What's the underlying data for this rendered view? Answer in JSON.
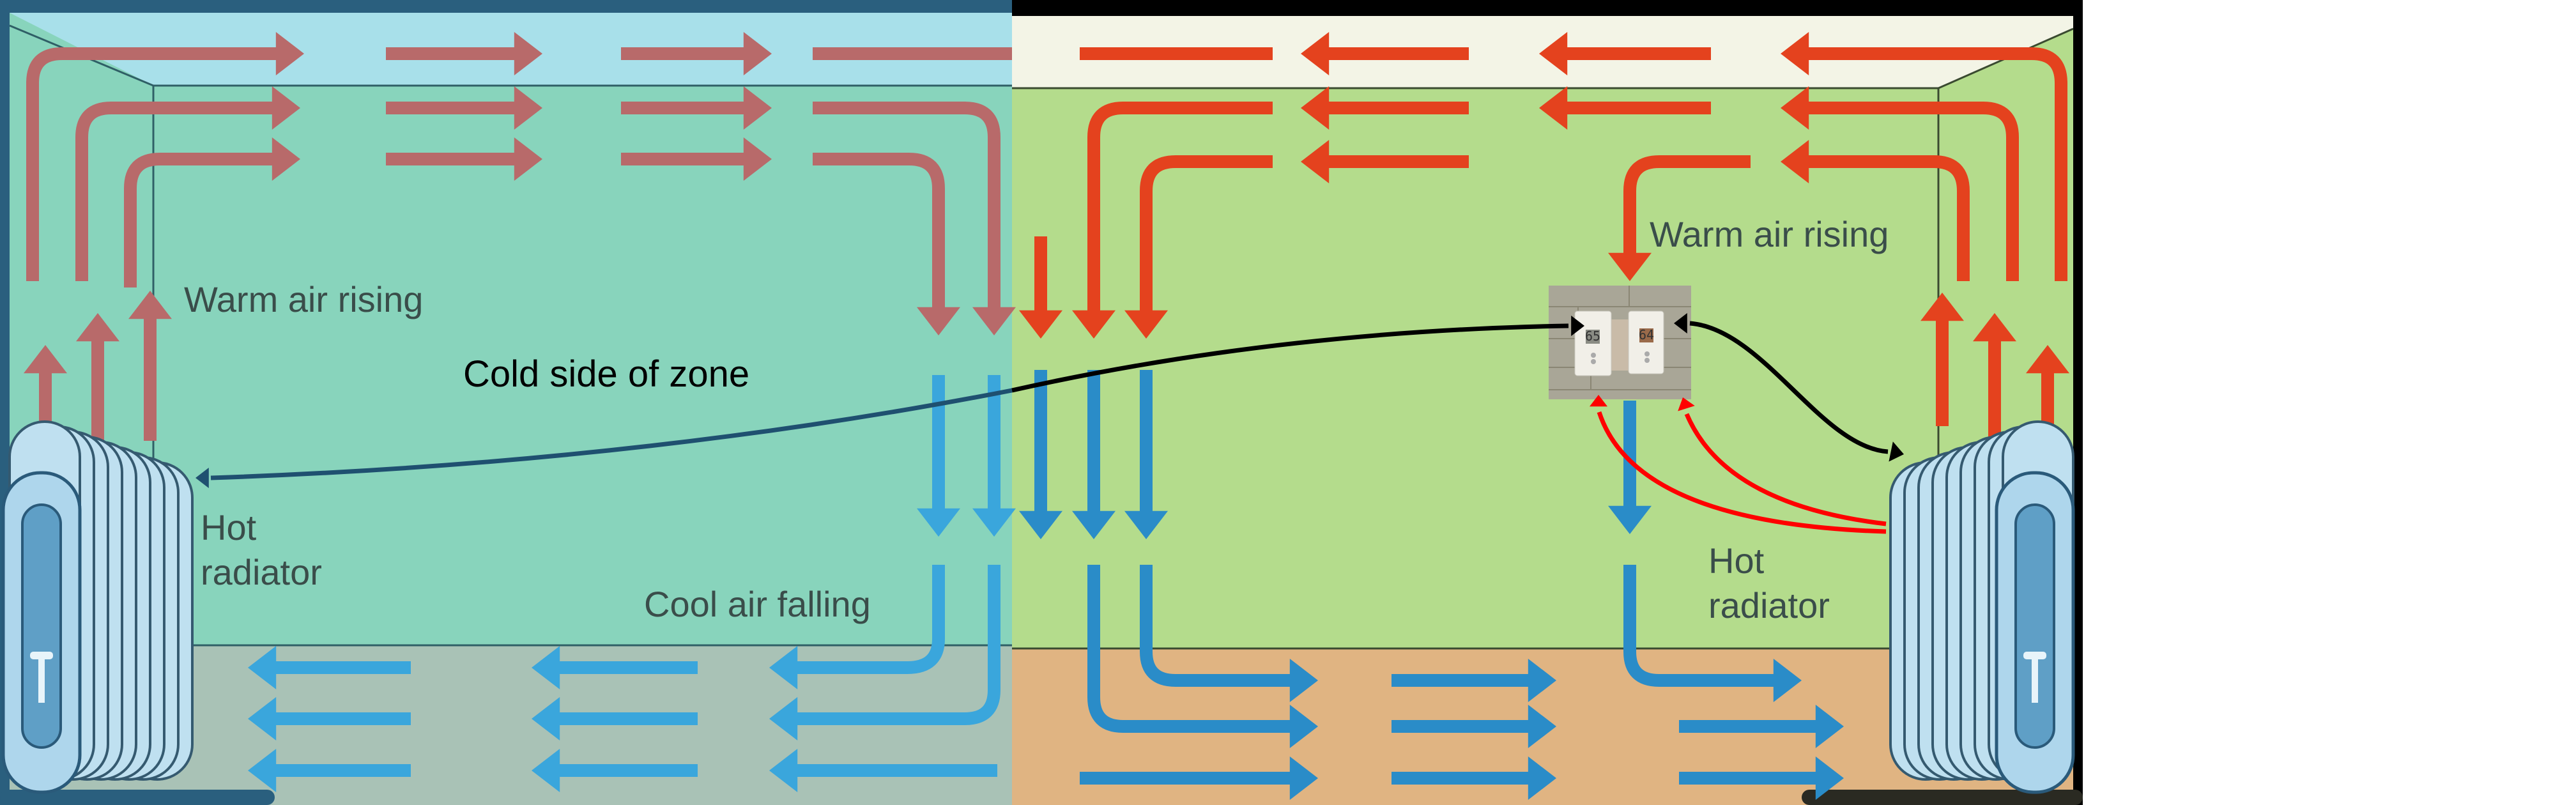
{
  "left_panel": {
    "label_warm_air": "Warm air rising",
    "label_hot_radiator_line1": "Hot",
    "label_hot_radiator_line2": "radiator",
    "label_cool_air": "Cool air falling",
    "annotation": "Cold side of zone"
  },
  "right_panel": {
    "label_warm_air": "Warm air rising",
    "label_hot_radiator_line1": "Hot",
    "label_hot_radiator_line2": "radiator",
    "thermostat_left_display": "65",
    "thermostat_right_display": "64"
  },
  "colors": {
    "left_warm": "#b86a6a",
    "left_cool": "#3aa6dc",
    "right_warm": "#e4421e",
    "right_cool": "#2a8cc8",
    "annotation_line": "#1f5070",
    "annotation_red": "#ff0000"
  }
}
